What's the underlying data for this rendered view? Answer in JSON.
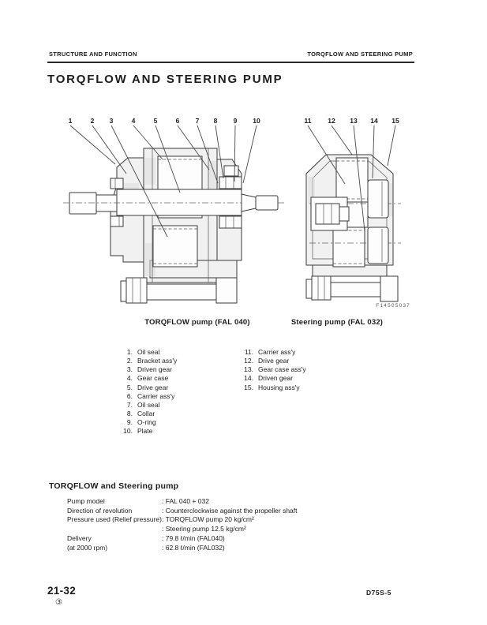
{
  "header": {
    "left": "STRUCTURE AND FUNCTION",
    "right": "TORQFLOW AND STEERING PUMP"
  },
  "title": "TORQFLOW AND STEERING PUMP",
  "figure": {
    "fig_number": "F14505037",
    "caption_left": "TORQFLOW pump (FAL 040)",
    "caption_right": "Steering pump (FAL 032)",
    "callouts_left": [
      "1",
      "2",
      "3",
      "4",
      "5",
      "6",
      "7",
      "8",
      "9",
      "10"
    ],
    "callouts_right": [
      "11",
      "12",
      "13",
      "14",
      "15"
    ]
  },
  "parts": {
    "left": [
      {
        "num": "1.",
        "label": "Oil seal"
      },
      {
        "num": "2.",
        "label": "Bracket ass'y"
      },
      {
        "num": "3.",
        "label": "Driven gear"
      },
      {
        "num": "4.",
        "label": "Gear case"
      },
      {
        "num": "5.",
        "label": "Drive gear"
      },
      {
        "num": "6.",
        "label": "Carrier ass'y"
      },
      {
        "num": "7.",
        "label": "Oil seal"
      },
      {
        "num": "8.",
        "label": "Collar"
      },
      {
        "num": "9.",
        "label": "O-ring"
      },
      {
        "num": "10.",
        "label": "Plate"
      }
    ],
    "right": [
      {
        "num": "11.",
        "label": "Carrier ass'y"
      },
      {
        "num": "12.",
        "label": "Drive gear"
      },
      {
        "num": "13.",
        "label": "Gear case ass'y"
      },
      {
        "num": "14.",
        "label": "Driven gear"
      },
      {
        "num": "15.",
        "label": "Housing ass'y"
      }
    ]
  },
  "specs": {
    "heading": "TORQFLOW and Steering pump",
    "rows": [
      {
        "label": "Pump model",
        "value": ": FAL 040 + 032"
      },
      {
        "label": "Direction of revolution",
        "value": ": Counterclockwise against the propeller shaft"
      },
      {
        "label": "Pressure used (Relief pressure)",
        "value": ": TORQFLOW pump 20 kg/cm²"
      },
      {
        "label": "",
        "value": ": Steering pump 12.5 kg/cm²"
      },
      {
        "label": "Delivery",
        "value": ": 79.8 ℓ/min (FAL040)"
      },
      {
        "label": "(at 2000 rpm)",
        "value": ": 62.8 ℓ/min (FAL032)"
      }
    ]
  },
  "footer": {
    "page_number": "21-32",
    "revision_mark": "③",
    "model": "D75S-5"
  }
}
